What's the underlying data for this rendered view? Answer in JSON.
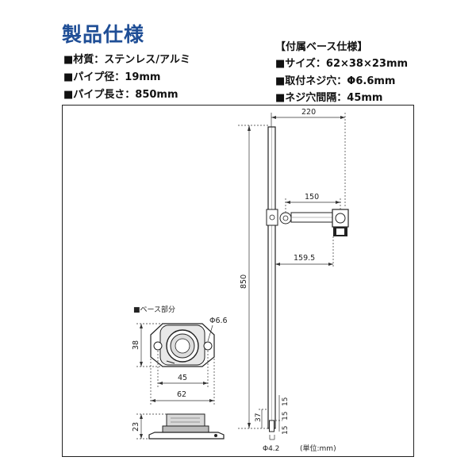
{
  "title": "製品仕様",
  "specs_left": [
    "■材質：ステンレス/アルミ",
    "■パイプ径：19mm",
    "■パイプ長さ：850mm"
  ],
  "base_heading": "【付属ベース仕様】",
  "specs_right": [
    "■サイズ：62×38×23mm",
    "■取付ネジ穴：Φ6.6mm",
    "■ネジ穴間隔：45mm"
  ],
  "diagram": {
    "base_label": "■ベース部分",
    "dims": {
      "d220": "220",
      "d150": "150",
      "d159_5": "159.5",
      "d850": "850",
      "d_phi66": "Φ6.6",
      "d38": "38",
      "d45": "45",
      "d62": "62",
      "d23": "23",
      "d37": "37",
      "d15a": "15",
      "d15b": "15",
      "d15c": "15",
      "d_phi42": "Φ4.2"
    },
    "unit": "(単位:mm)"
  }
}
